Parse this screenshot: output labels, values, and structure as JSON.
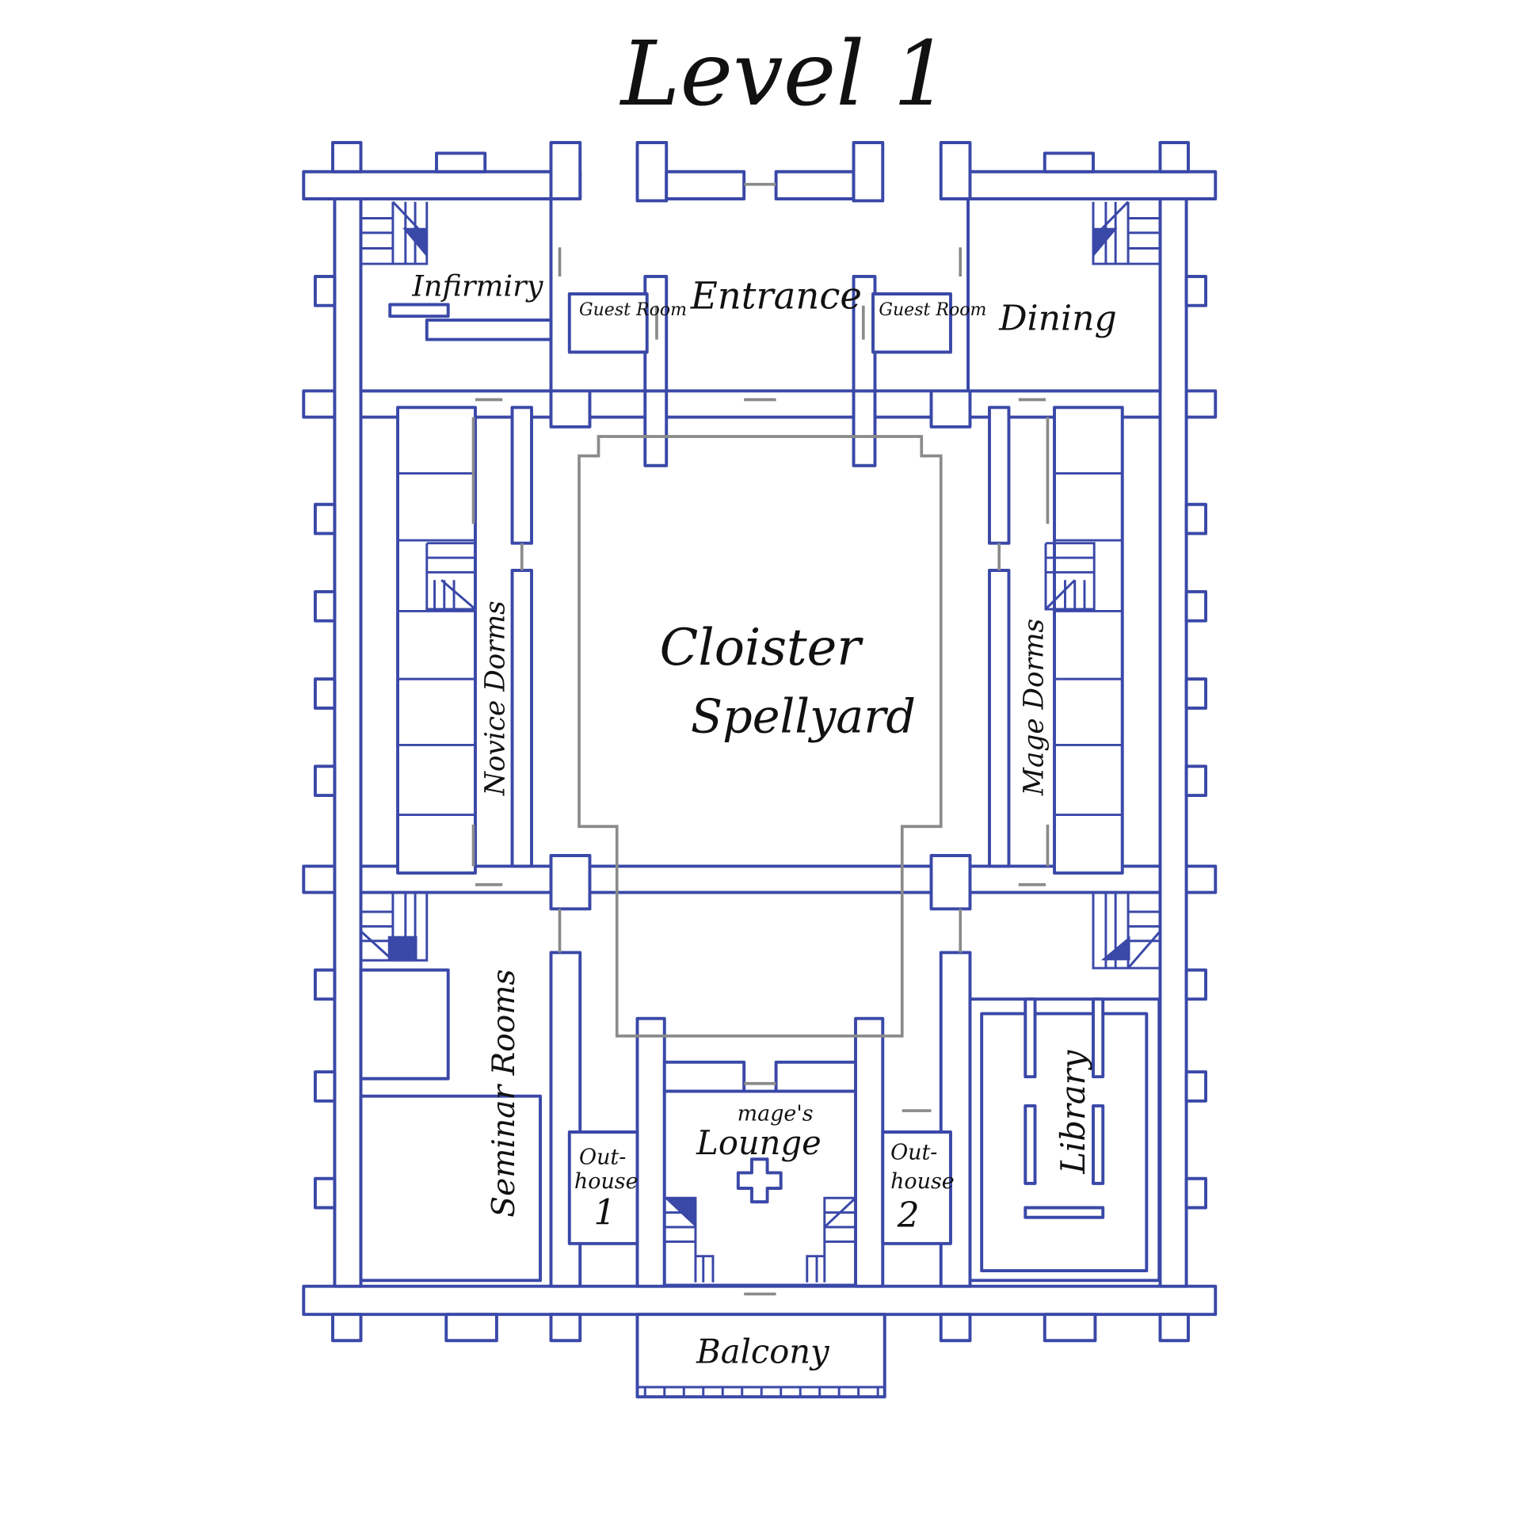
{
  "map": {
    "title": "Level 1",
    "colors": {
      "wall": "#3a48a8",
      "door": "#8a8a8a",
      "text": "#111111",
      "background": "#ffffff"
    },
    "rooms": {
      "infirmary": "Infirmiry",
      "guest_room_left": "Guest Room",
      "guest_room_right": "Guest Room",
      "entrance": "Entrance",
      "dining": "Dining",
      "novice_dorms": "Novice Dorms",
      "mage_dorms": "Mage Dorms",
      "cloister_line1": "Cloister",
      "cloister_line2": "Spellyard",
      "seminar_rooms": "Seminar Rooms",
      "library": "Library",
      "lounge_line1": "mage's",
      "lounge_line2": "Lounge",
      "outhouse1_line1": "Out-",
      "outhouse1_line2": "house",
      "outhouse1_line3": "1",
      "outhouse2_line1": "Out-",
      "outhouse2_line2": "house",
      "outhouse2_line3": "2",
      "balcony": "Balcony"
    },
    "icons": [
      "staircase-icon",
      "staircase-icon",
      "staircase-icon",
      "staircase-icon",
      "staircase-icon",
      "staircase-icon",
      "staircase-icon",
      "cross-icon"
    ]
  }
}
